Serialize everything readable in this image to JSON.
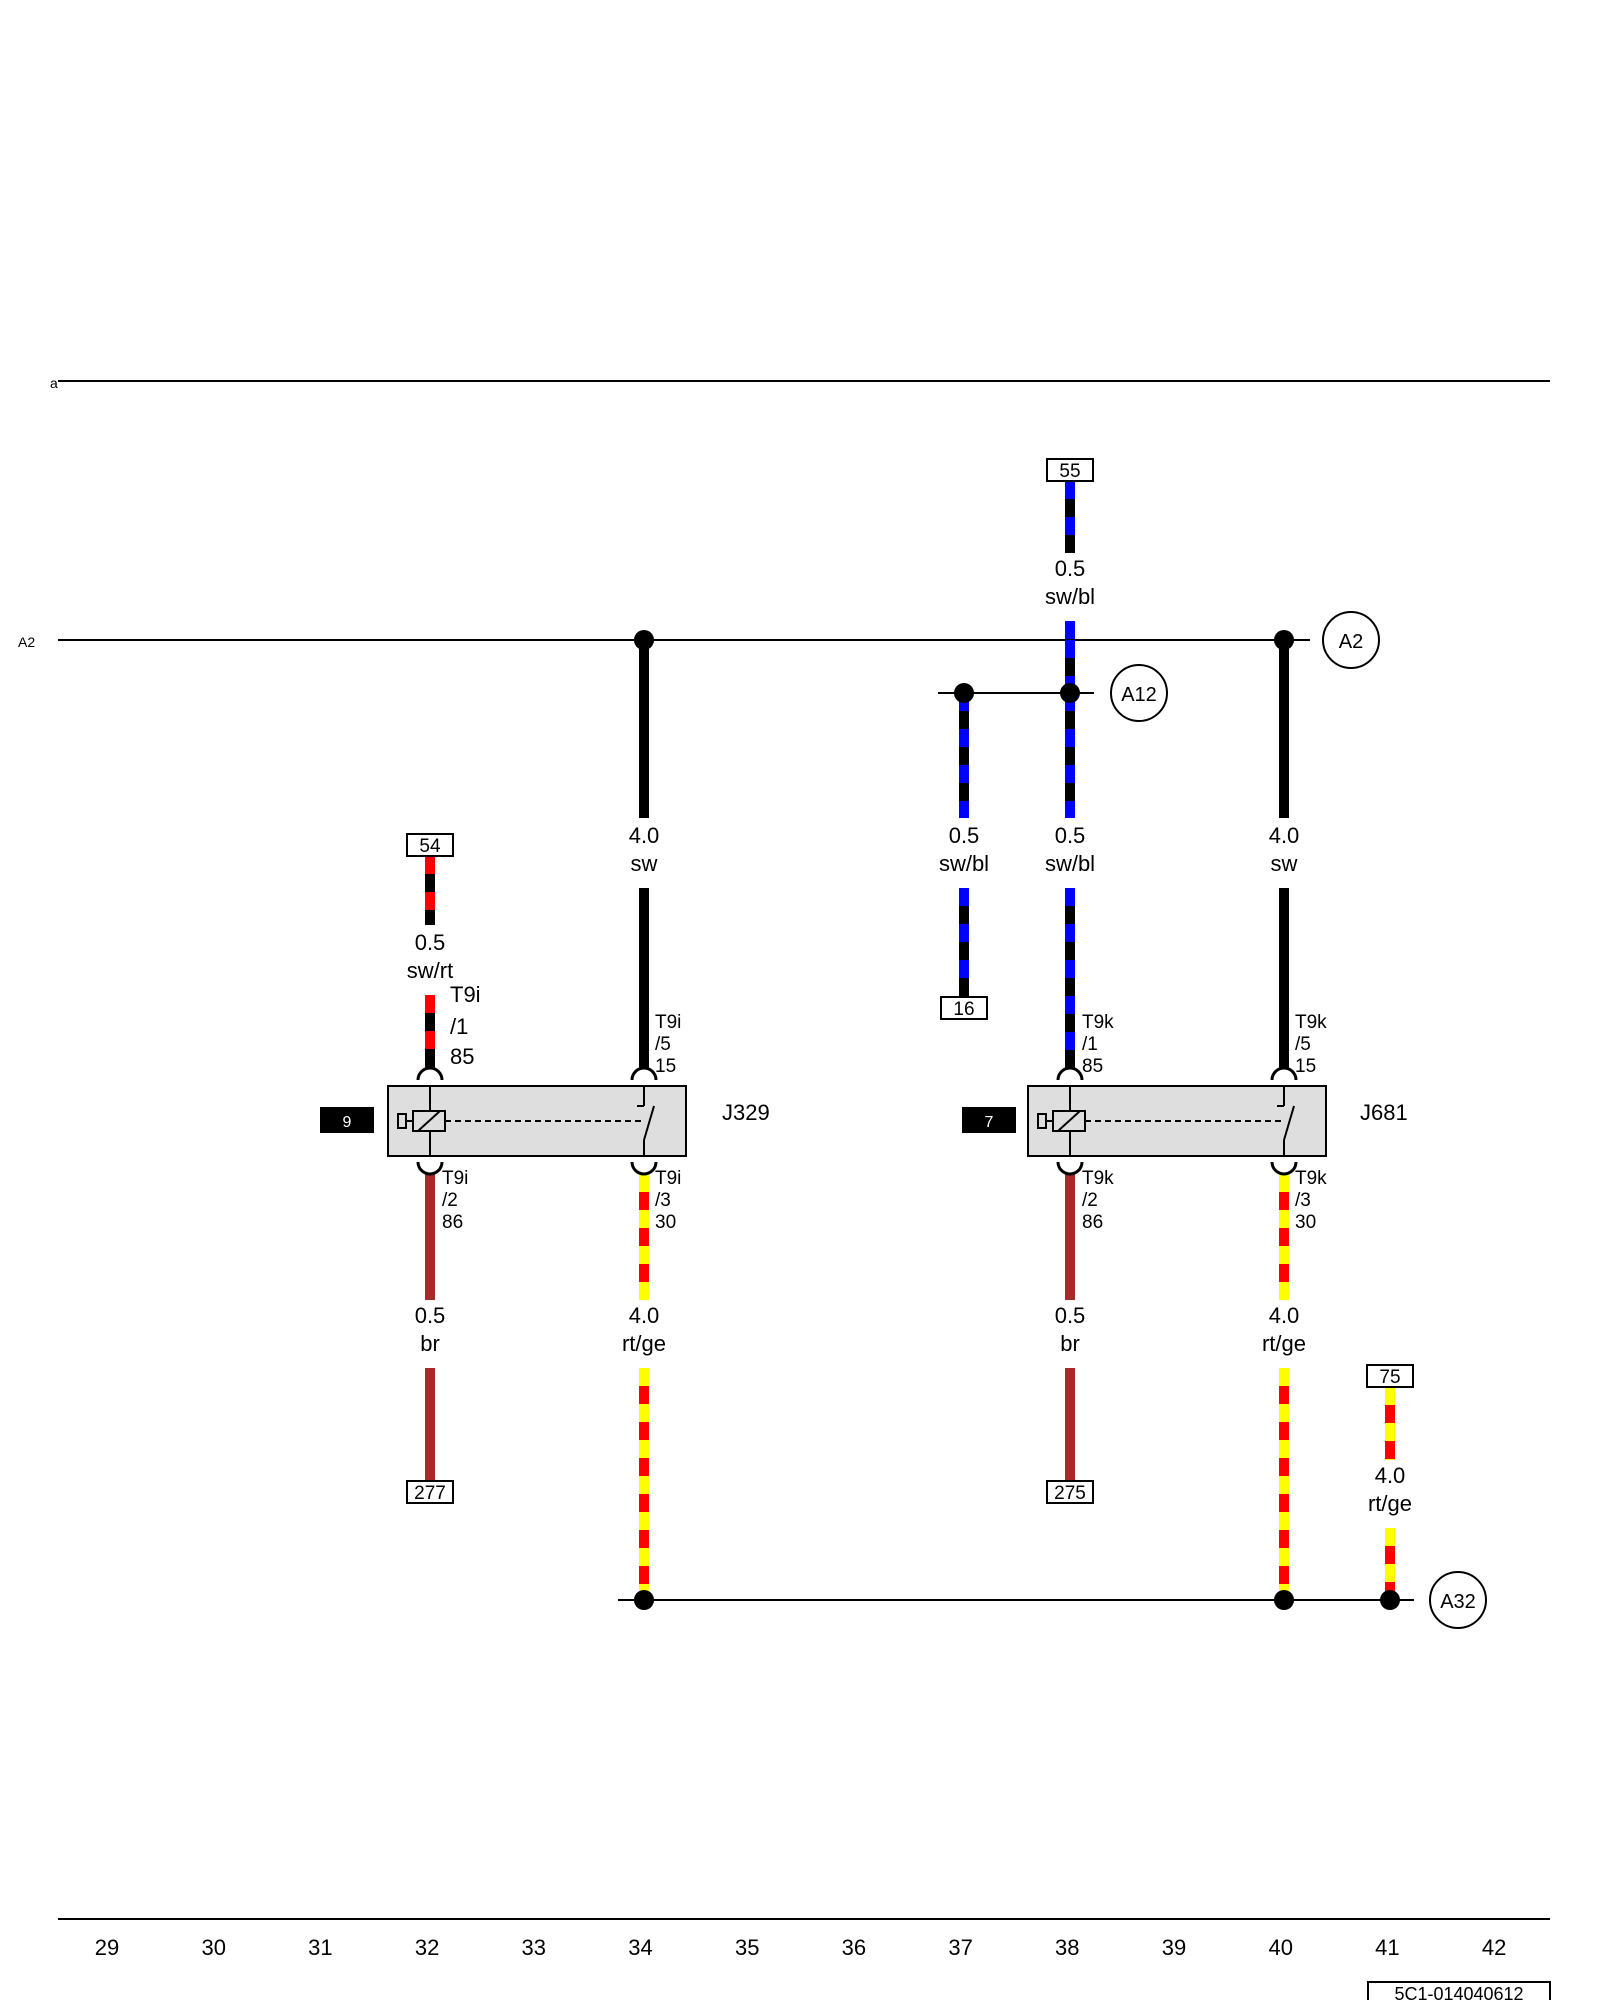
{
  "page": {
    "top_marker": "a",
    "left_reference": "A2",
    "footer_code": "5C1-014040612",
    "columns": [
      "29",
      "30",
      "31",
      "32",
      "33",
      "34",
      "35",
      "36",
      "37",
      "38",
      "39",
      "40",
      "41",
      "42"
    ]
  },
  "colors": {
    "sw": "#000000",
    "bl": "#0000ff",
    "rt": "#ff0000",
    "ge": "#ffff00",
    "br": "#a52a2a",
    "relay_fill": "#dedede"
  },
  "references": {
    "ref55": "55",
    "ref54": "54",
    "ref16": "16",
    "ref277": "277",
    "ref275": "275",
    "ref75": "75"
  },
  "nodes": {
    "a2": "A2",
    "a12": "A12",
    "a32": "A32"
  },
  "wires": {
    "w55": {
      "size": "0.5",
      "color": "sw/bl"
    },
    "w54": {
      "size": "0.5",
      "color": "sw/rt"
    },
    "w34_top": {
      "size": "4.0",
      "color": "sw"
    },
    "w37": {
      "size": "0.5",
      "color": "sw/bl"
    },
    "w38_top": {
      "size": "0.5",
      "color": "sw/bl"
    },
    "w40_top": {
      "size": "4.0",
      "color": "sw"
    },
    "w32_bottom": {
      "size": "0.5",
      "color": "br"
    },
    "w34_bottom": {
      "size": "4.0",
      "color": "rt/ge"
    },
    "w38_bottom": {
      "size": "0.5",
      "color": "br"
    },
    "w40_bottom": {
      "size": "4.0",
      "color": "rt/ge"
    },
    "w75": {
      "size": "4.0",
      "color": "rt/ge"
    }
  },
  "relays": [
    {
      "id": "J329",
      "position": "9",
      "pins": {
        "p85": {
          "connector": "T9i",
          "pin": "/1",
          "terminal": "85"
        },
        "p15": {
          "connector": "T9i",
          "pin": "/5",
          "terminal": "15"
        },
        "p86": {
          "connector": "T9i",
          "pin": "/2",
          "terminal": "86"
        },
        "p30": {
          "connector": "T9i",
          "pin": "/3",
          "terminal": "30"
        }
      }
    },
    {
      "id": "J681",
      "position": "7",
      "pins": {
        "p85": {
          "connector": "T9k",
          "pin": "/1",
          "terminal": "85"
        },
        "p15": {
          "connector": "T9k",
          "pin": "/5",
          "terminal": "15"
        },
        "p86": {
          "connector": "T9k",
          "pin": "/2",
          "terminal": "86"
        },
        "p30": {
          "connector": "T9k",
          "pin": "/3",
          "terminal": "30"
        }
      }
    }
  ]
}
